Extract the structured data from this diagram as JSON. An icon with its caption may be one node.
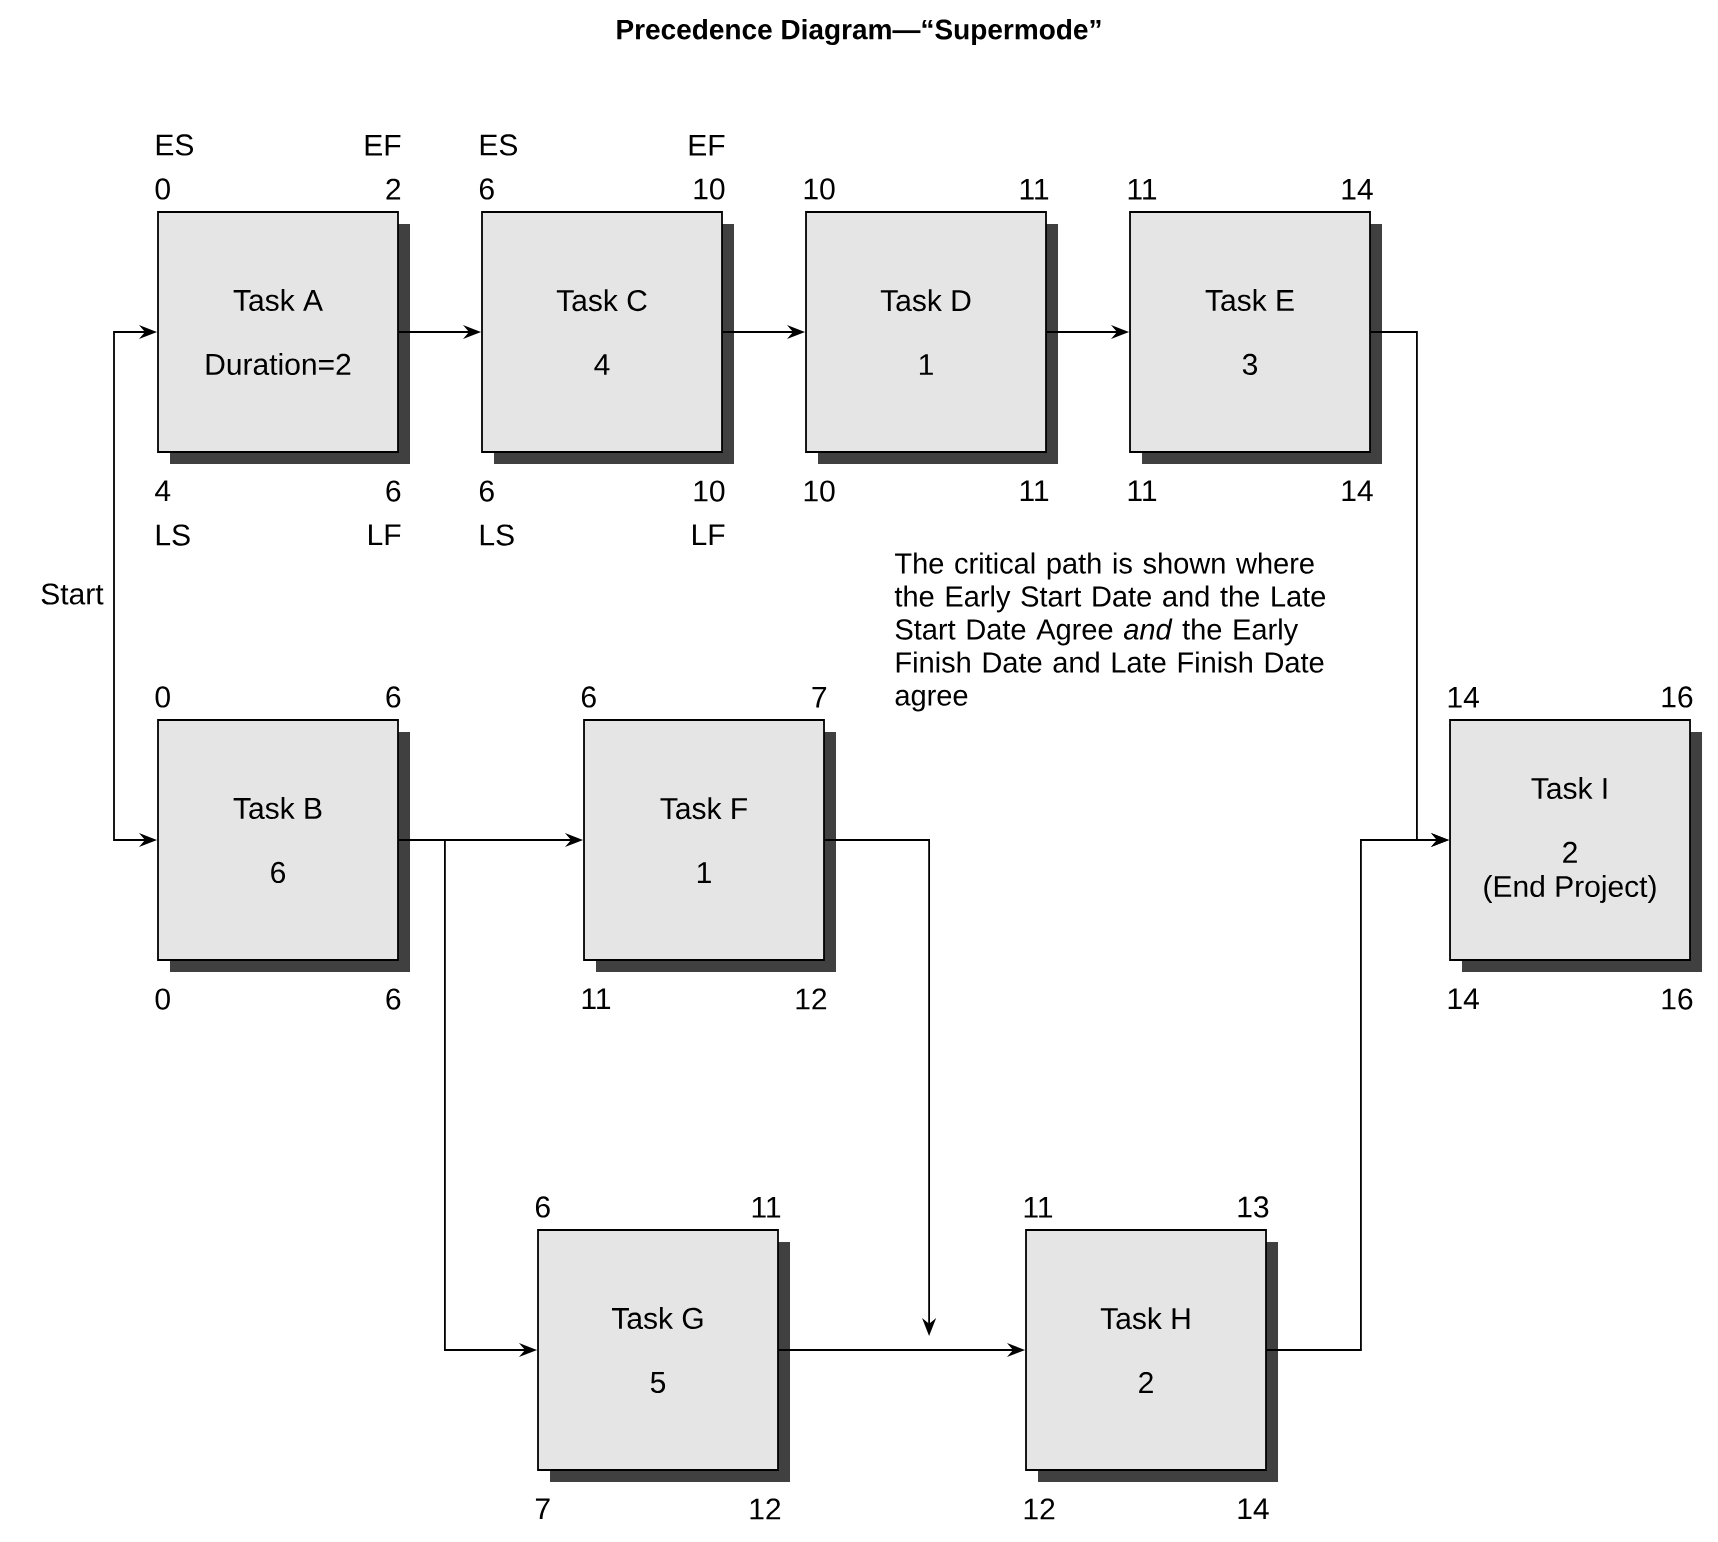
{
  "diagram": {
    "title": "Precedence Diagram—“Supermode”",
    "nodes": [
      {
        "text": [
          "Task A",
          "Duration=2"
        ],
        "beside": [
          "ES",
          "EF",
          "0",
          "2",
          "4",
          "6",
          "LS",
          "LF"
        ]
      },
      {
        "text": [
          "Task C",
          "4"
        ],
        "beside": [
          "ES",
          "EF",
          "6",
          "10",
          "6",
          "10",
          "LS",
          "LF"
        ]
      },
      {
        "text": [
          "Task D",
          "1"
        ],
        "beside": [
          "10",
          "11",
          "10",
          "11"
        ]
      },
      {
        "text": [
          "Task E",
          "3"
        ],
        "beside": [
          "11",
          "14",
          "11",
          "14"
        ]
      },
      {
        "text": [
          "Start"
        ]
      },
      {
        "text": [
          "Task B",
          "6"
        ],
        "beside": [
          "0",
          "6",
          "0",
          "6"
        ]
      },
      {
        "text": [
          "Task F",
          "1"
        ],
        "beside": [
          "6",
          "7",
          "11",
          "12"
        ]
      },
      {
        "text": [
          "Task I",
          "2",
          "(End Project)"
        ],
        "beside": [
          "14",
          "16",
          "14",
          "16"
        ]
      },
      {
        "text": [
          "Task G",
          "5"
        ],
        "beside": [
          "6",
          "11",
          "7",
          "12"
        ]
      },
      {
        "text": [
          "Task H",
          "2"
        ],
        "beside": [
          "11",
          "13",
          "12",
          "14"
        ]
      }
    ],
    "edges": [
      {
        "from": 4,
        "to": 0,
        "arrow": "to"
      },
      {
        "from": 4,
        "to": 5,
        "arrow": "to"
      },
      {
        "from": 0,
        "to": 1,
        "arrow": "to"
      },
      {
        "from": 1,
        "to": 2,
        "arrow": "to"
      },
      {
        "from": 2,
        "to": 3,
        "arrow": "to"
      },
      {
        "from": 3,
        "to": 7,
        "arrow": "to"
      },
      {
        "from": 5,
        "to": 6,
        "arrow": "to"
      },
      {
        "from": 5,
        "to": 8,
        "arrow": "to"
      },
      {
        "from": 6,
        "to": 9,
        "arrow": "to"
      },
      {
        "from": 8,
        "to": 9,
        "arrow": "to"
      },
      {
        "from": 9,
        "to": 7,
        "arrow": "to"
      }
    ],
    "labels": [
      "The critical path is shown where the Early Start Date and the Late Start Date Agree *and* the Early Finish Date and Late Finish Date agree"
    ]
  }
}
